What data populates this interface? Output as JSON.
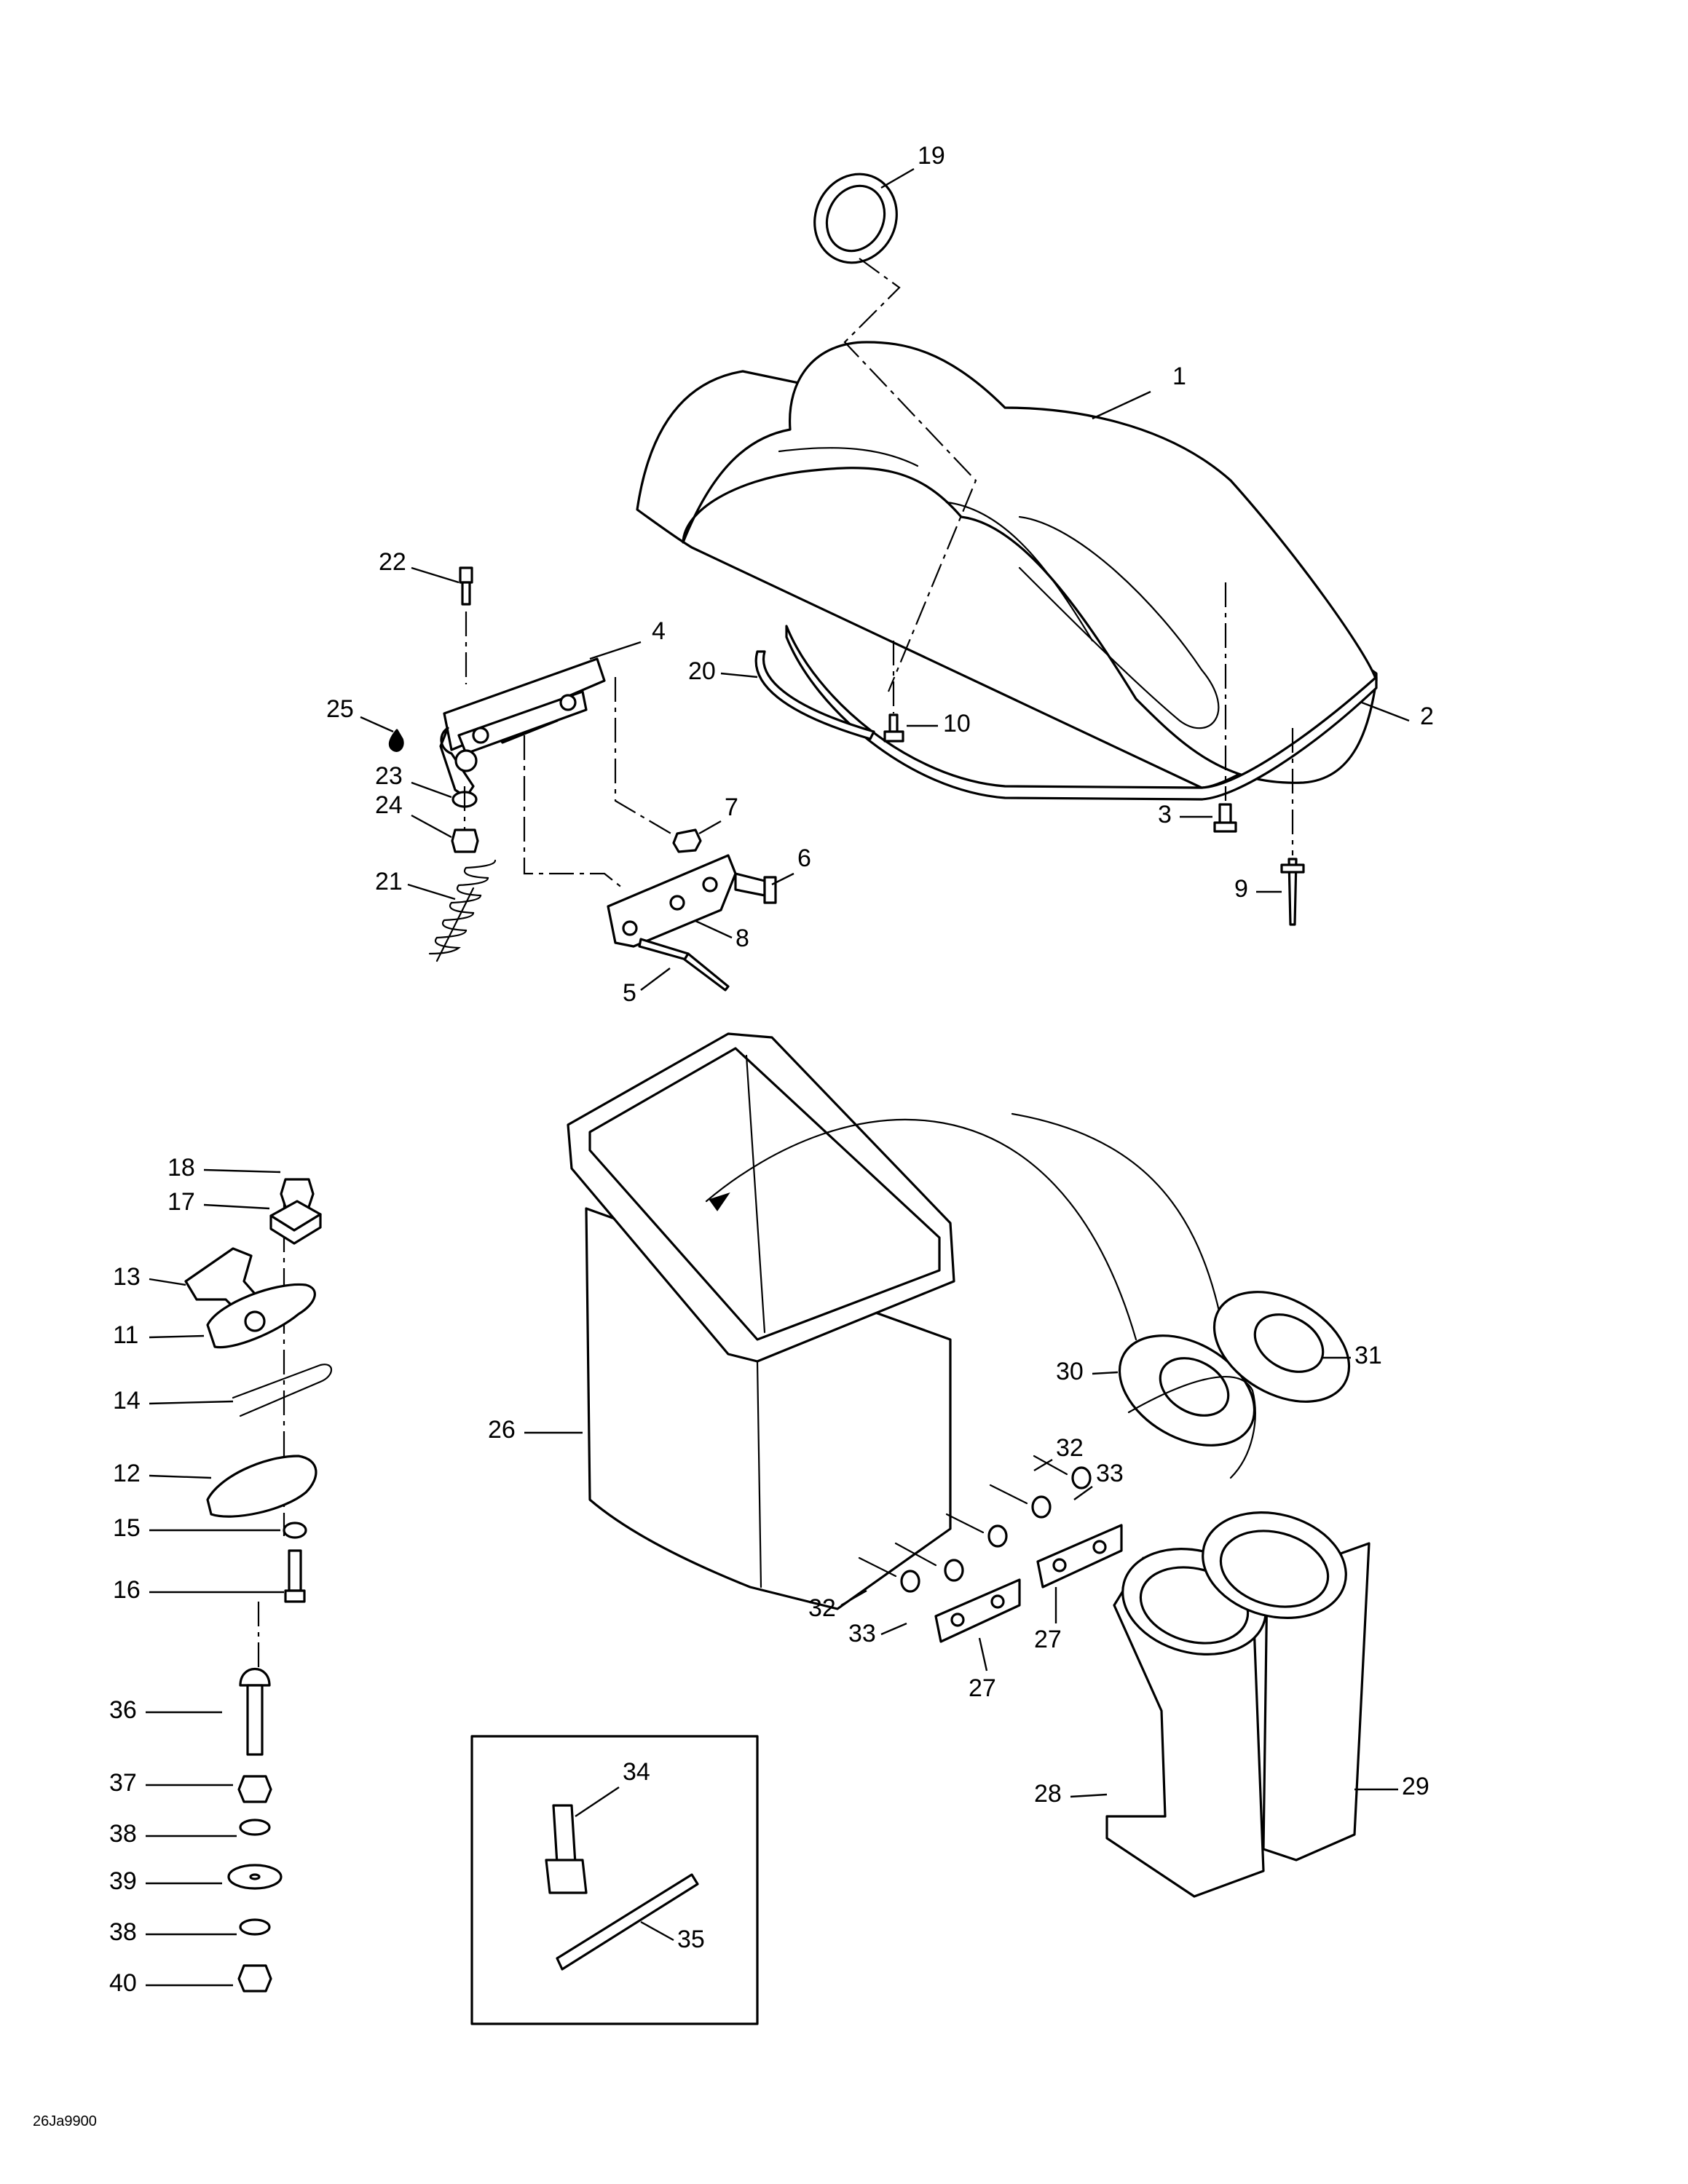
{
  "figure_code": "26Ja9900",
  "callouts": [
    {
      "id": "1",
      "text": "1"
    },
    {
      "id": "2",
      "text": "2"
    },
    {
      "id": "3",
      "text": "3"
    },
    {
      "id": "4",
      "text": "4"
    },
    {
      "id": "5",
      "text": "5"
    },
    {
      "id": "6",
      "text": "6"
    },
    {
      "id": "7",
      "text": "7"
    },
    {
      "id": "8",
      "text": "8"
    },
    {
      "id": "9",
      "text": "9"
    },
    {
      "id": "10",
      "text": "10"
    },
    {
      "id": "11",
      "text": "11"
    },
    {
      "id": "12",
      "text": "12"
    },
    {
      "id": "13",
      "text": "13"
    },
    {
      "id": "14",
      "text": "14"
    },
    {
      "id": "15",
      "text": "15"
    },
    {
      "id": "16",
      "text": "16"
    },
    {
      "id": "17",
      "text": "17"
    },
    {
      "id": "18",
      "text": "18"
    },
    {
      "id": "19",
      "text": "19"
    },
    {
      "id": "20",
      "text": "20"
    },
    {
      "id": "21",
      "text": "21"
    },
    {
      "id": "22",
      "text": "22"
    },
    {
      "id": "23",
      "text": "23"
    },
    {
      "id": "24",
      "text": "24"
    },
    {
      "id": "25",
      "text": "25"
    },
    {
      "id": "26",
      "text": "26"
    },
    {
      "id": "27a",
      "text": "27"
    },
    {
      "id": "27b",
      "text": "27"
    },
    {
      "id": "28",
      "text": "28"
    },
    {
      "id": "29",
      "text": "29"
    },
    {
      "id": "30",
      "text": "30"
    },
    {
      "id": "31",
      "text": "31"
    },
    {
      "id": "32a",
      "text": "32"
    },
    {
      "id": "32b",
      "text": "32"
    },
    {
      "id": "33a",
      "text": "33"
    },
    {
      "id": "33b",
      "text": "33"
    },
    {
      "id": "34",
      "text": "34"
    },
    {
      "id": "35",
      "text": "35"
    },
    {
      "id": "36",
      "text": "36"
    },
    {
      "id": "37",
      "text": "37"
    },
    {
      "id": "38a",
      "text": "38"
    },
    {
      "id": "38b",
      "text": "38"
    },
    {
      "id": "39",
      "text": "39"
    },
    {
      "id": "40",
      "text": "40"
    }
  ]
}
